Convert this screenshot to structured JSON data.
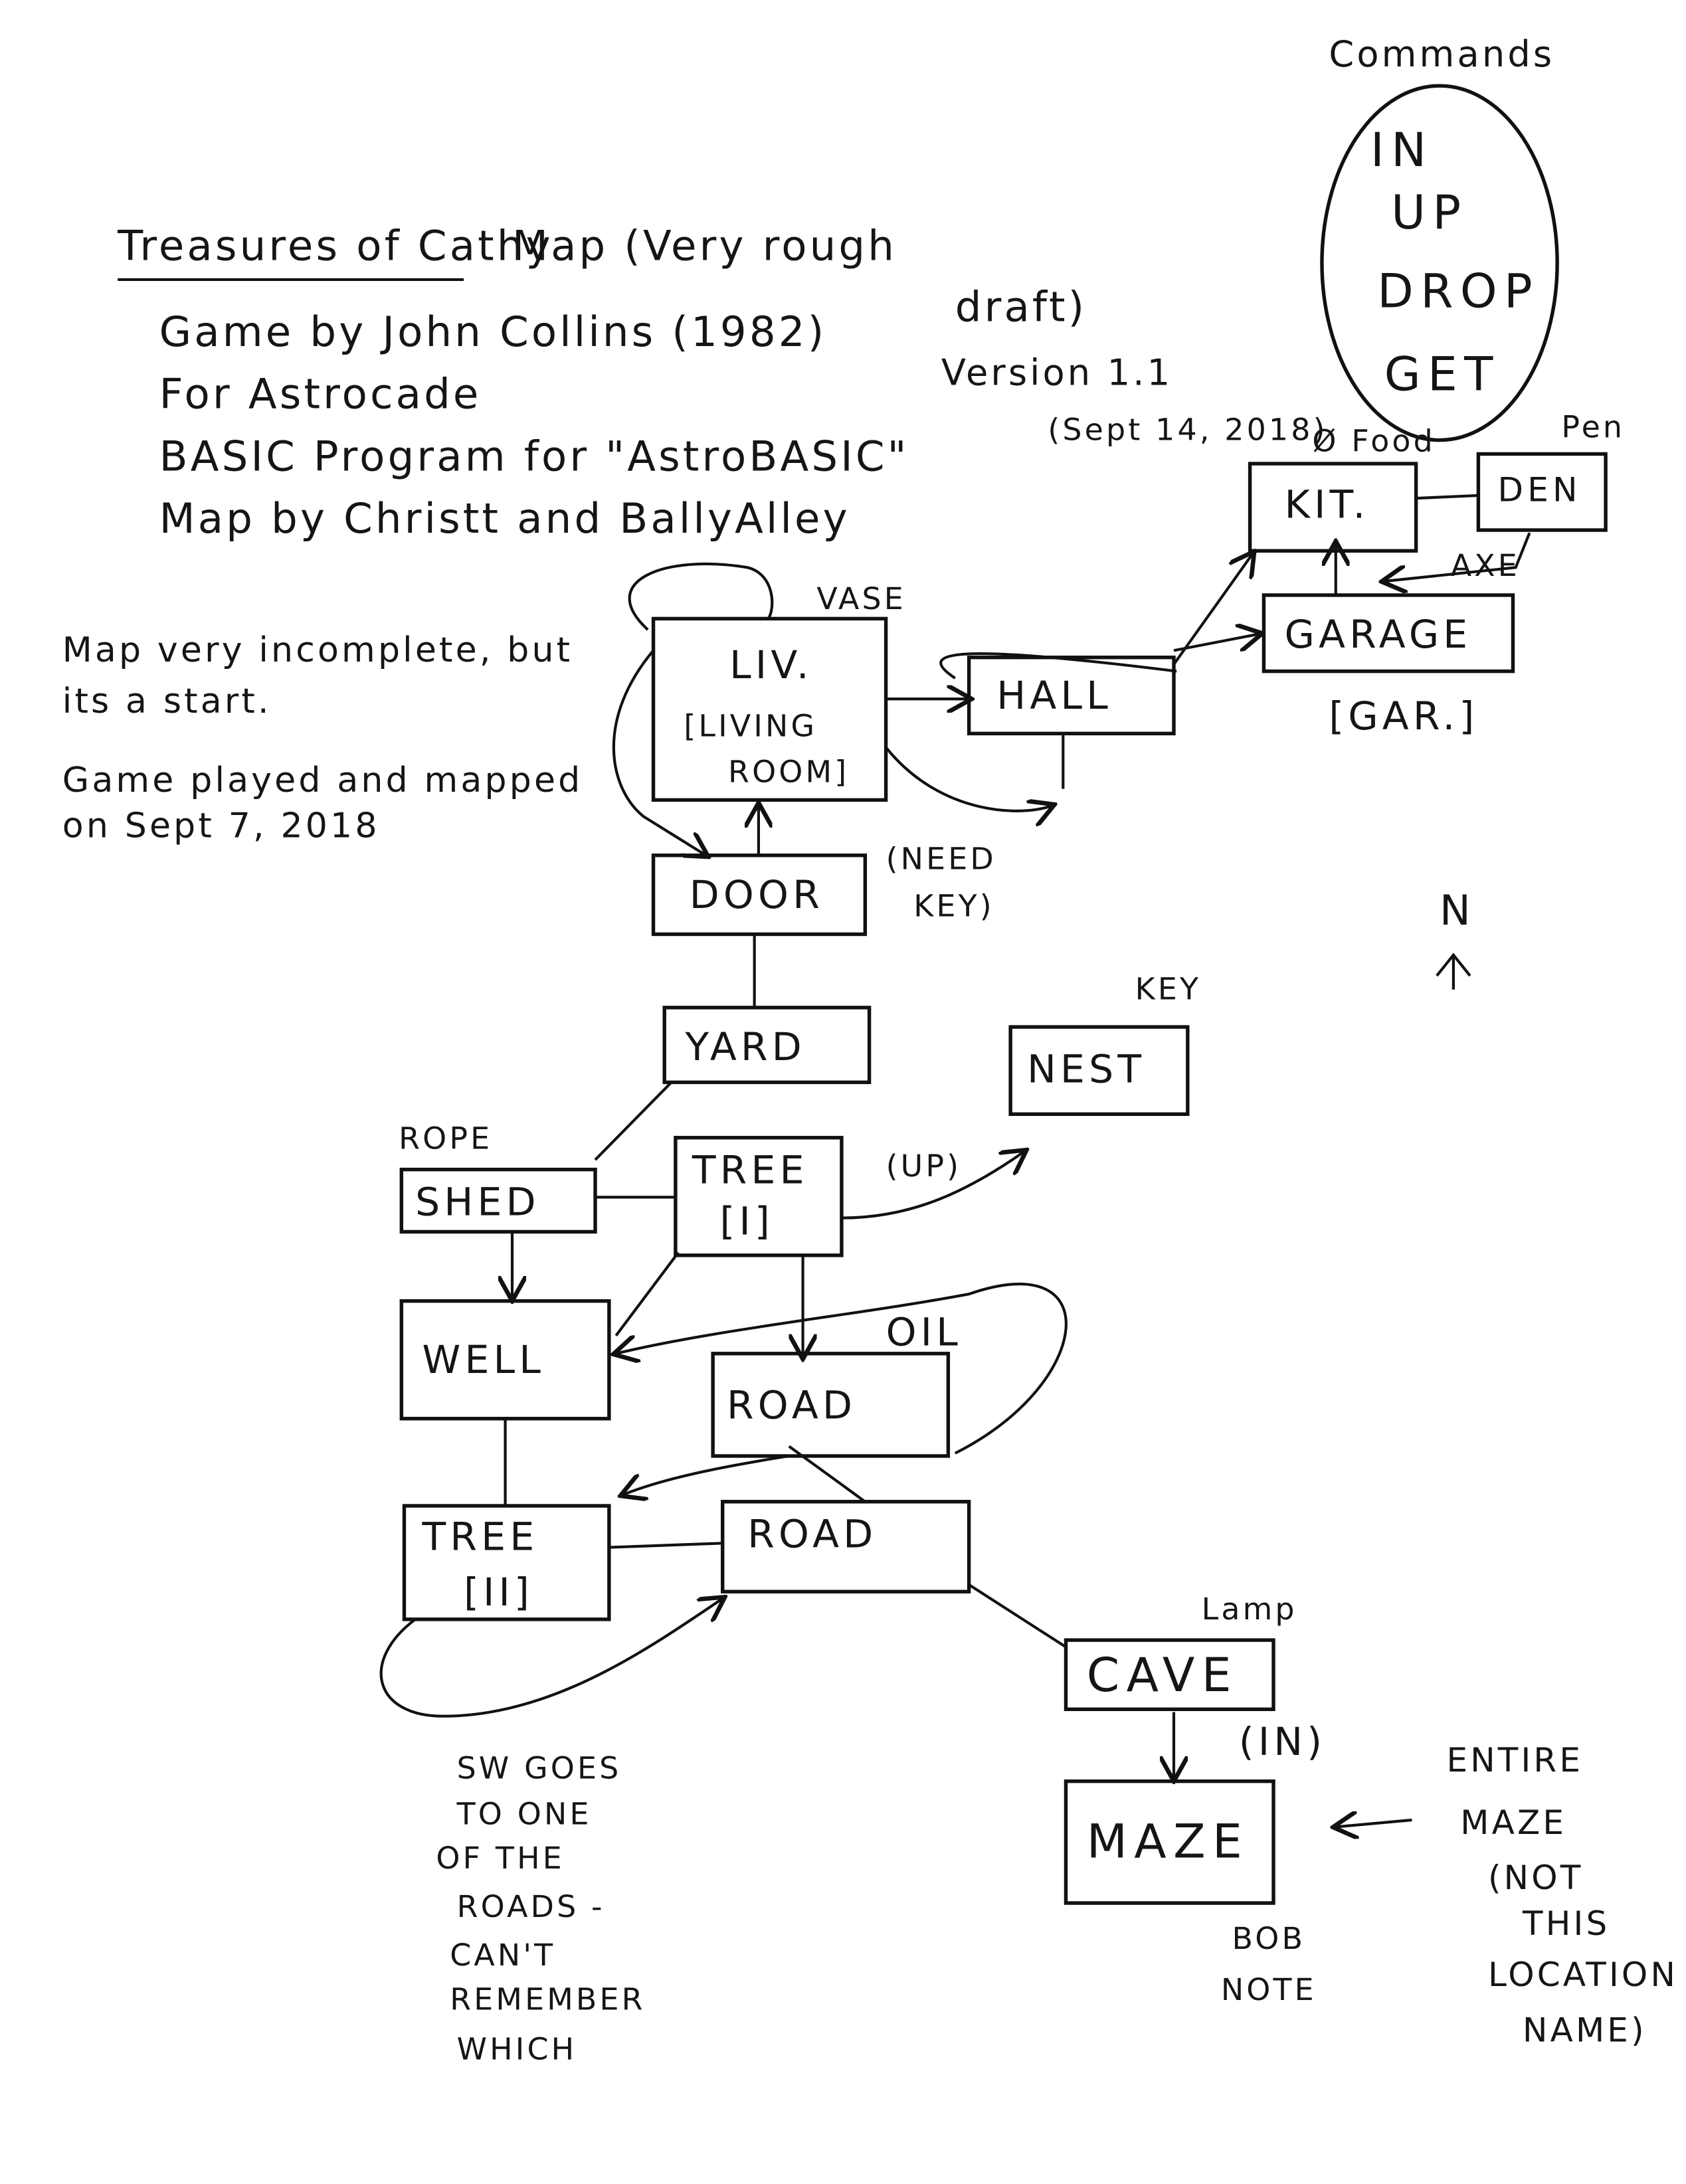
{
  "commands": {
    "heading": "Commands",
    "items": [
      "IN",
      "UP",
      "DROP",
      "GET"
    ]
  },
  "title": {
    "line1_underlined": "Treasures of Cathy",
    "line1_rest": "Map (Very rough",
    "line2": "Game by John Collins (1982)",
    "line2_cont": "draft)",
    "line3": "For Astrocade",
    "version": "Version 1.1",
    "line4": "BASIC Program for \"AstroBASIC\"",
    "date": "(Sept 14, 2018)",
    "line5": "Map by Christt and BallyAlley"
  },
  "notes": {
    "incomplete_1": "Map very incomplete, but",
    "incomplete_2": "its a start.",
    "played_1": "Game played and mapped",
    "played_2": "on Sept 7, 2018",
    "sw_note": [
      "SW GOES",
      "TO ONE",
      "OF THE",
      "ROADS -",
      "CAN'T",
      "REMEMBER",
      "WHICH"
    ],
    "maze_note": [
      "ENTIRE",
      "MAZE",
      "(NOT",
      "THIS",
      "LOCATION",
      "NAME)"
    ],
    "need_key_1": "(NEED",
    "need_key_2": "KEY)",
    "up": "(UP)",
    "in": "(IN)",
    "north": "N"
  },
  "rooms": {
    "kit": "KIT.",
    "den": "DEN",
    "garage": "GARAGE",
    "garage_alias": "[GAR.]",
    "liv": "LIV.",
    "liv_full_1": "[LIVING",
    "liv_full_2": "ROOM]",
    "hall": "HALL",
    "door": "DOOR",
    "yard": "YARD",
    "nest": "NEST",
    "shed": "SHED",
    "tree1": "TREE",
    "tree1_num": "[I]",
    "well": "WELL",
    "road1": "ROAD",
    "tree2": "TREE",
    "tree2_num": "[II]",
    "road2": "ROAD",
    "cave": "CAVE",
    "maze": "MAZE"
  },
  "items": {
    "food": "Ø Food",
    "pen": "Pen",
    "axe": "AXE",
    "vase": "VASE",
    "key": "KEY",
    "rope": "ROPE",
    "oil": "OIL",
    "lamp": "Lamp",
    "bob_note_1": "BOB",
    "bob_note_2": "NOTE"
  }
}
